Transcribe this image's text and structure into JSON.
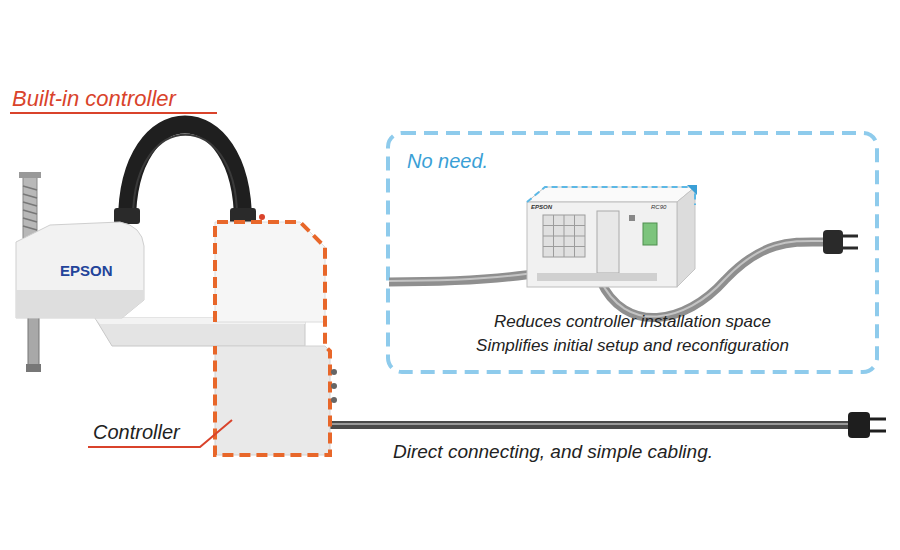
{
  "diagram": {
    "title": "Built-in controller",
    "nodes": [
      {
        "text": [
          "No need.",
          "Reduces controller installation space",
          "Simplifies initial setup and reconfiguration"
        ]
      },
      {
        "text": [
          "EPSON",
          "RC90"
        ],
        "in": 0
      }
    ],
    "labels": [
      "EPSON",
      "Controller",
      "Direct connecting, and simple cabling."
    ]
  }
}
